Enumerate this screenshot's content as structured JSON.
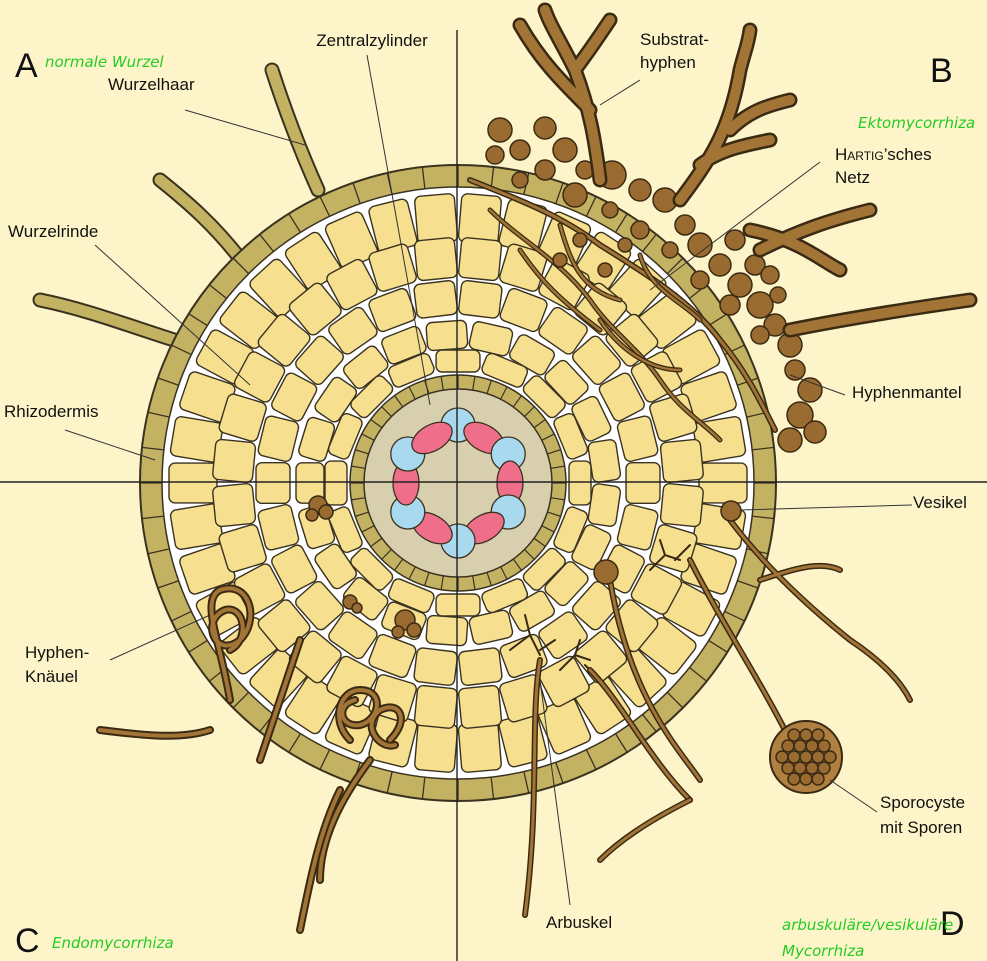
{
  "quadrants": {
    "a": "A",
    "b": "B",
    "c": "C",
    "d": "D"
  },
  "annotations": {
    "a": "normale Wurzel",
    "b": "Ektomycorrhiza",
    "c": "Endomycorrhiza",
    "d_line1": "arbuskuläre/vesikuläre",
    "d_line2": "Mycorrhiza"
  },
  "labels": {
    "zentralzylinder": "Zentralzylinder",
    "substrat_1": "Substrat-",
    "substrat_2": "hyphen",
    "wurzelhaar": "Wurzelhaar",
    "hartig_1": "Hartig",
    "hartig_1b": "’sches",
    "hartig_2": "Netz",
    "wurzelrinde": "Wurzelrinde",
    "rhizodermis": "Rhizodermis",
    "hyphenmantel": "Hyphenmantel",
    "vesikel": "Vesikel",
    "hyphen_1": "Hyphen-",
    "hyphen_2": "Knäuel",
    "arbuskel": "Arbuskel",
    "sporocyste_1": "Sporocyste",
    "sporocyste_2": "mit Sporen"
  },
  "colors": {
    "background": "#fdf5c9",
    "cell": "#f6df8f",
    "rhizodermis": "#c4b263",
    "stele": "#d8cfae",
    "xylem": "#a9d9ee",
    "phloem": "#ef6f8a",
    "fungus": "#9a6b30",
    "annotation": "#22cc22"
  }
}
